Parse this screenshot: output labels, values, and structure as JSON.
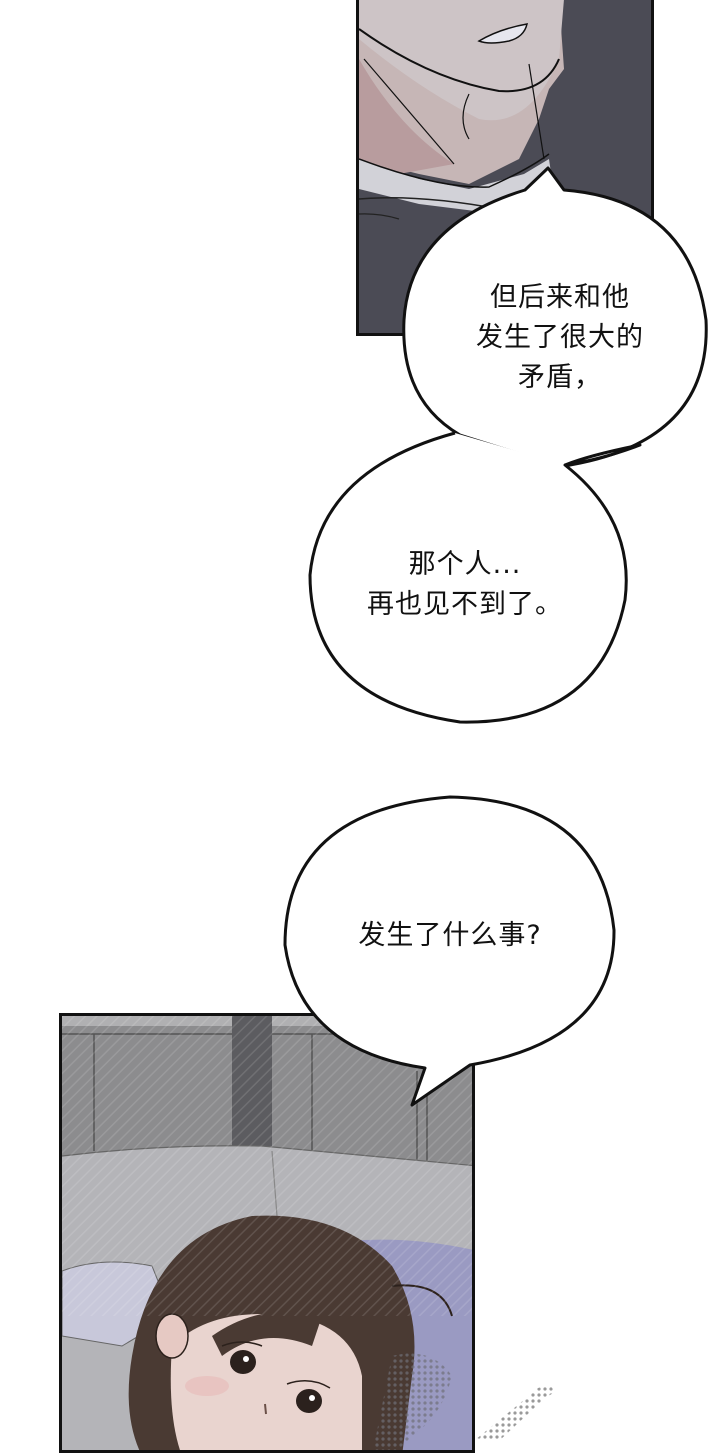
{
  "comic": {
    "panels": [
      {
        "id": "panel-top",
        "description": "close-up of a man's chin, neck and white shirt collar under a dark jacket"
      },
      {
        "id": "panel-bottom",
        "description": "brown-haired character lying on a bed looking up, wide-eyed, with a grey wall and pillows behind"
      }
    ],
    "bubbles": [
      {
        "id": "bubble-1",
        "lines": [
          "但后来和他",
          "发生了很大的",
          "矛盾，"
        ]
      },
      {
        "id": "bubble-2",
        "lines": [
          "那个人...",
          "再也见不到了。"
        ]
      },
      {
        "id": "bubble-3",
        "lines": [
          "发生了什么事?"
        ]
      }
    ],
    "colors": {
      "panel_border": "#111111",
      "jacket": "#4b4b55",
      "skin": "#c9bcbc",
      "shirt": "#c8c8cf",
      "wall": "#8e8e90",
      "bed": "#b4b4b8",
      "pillow": "#9a9ac0",
      "hair": "#4a3a33",
      "watermark": "#9a9a9a"
    }
  }
}
